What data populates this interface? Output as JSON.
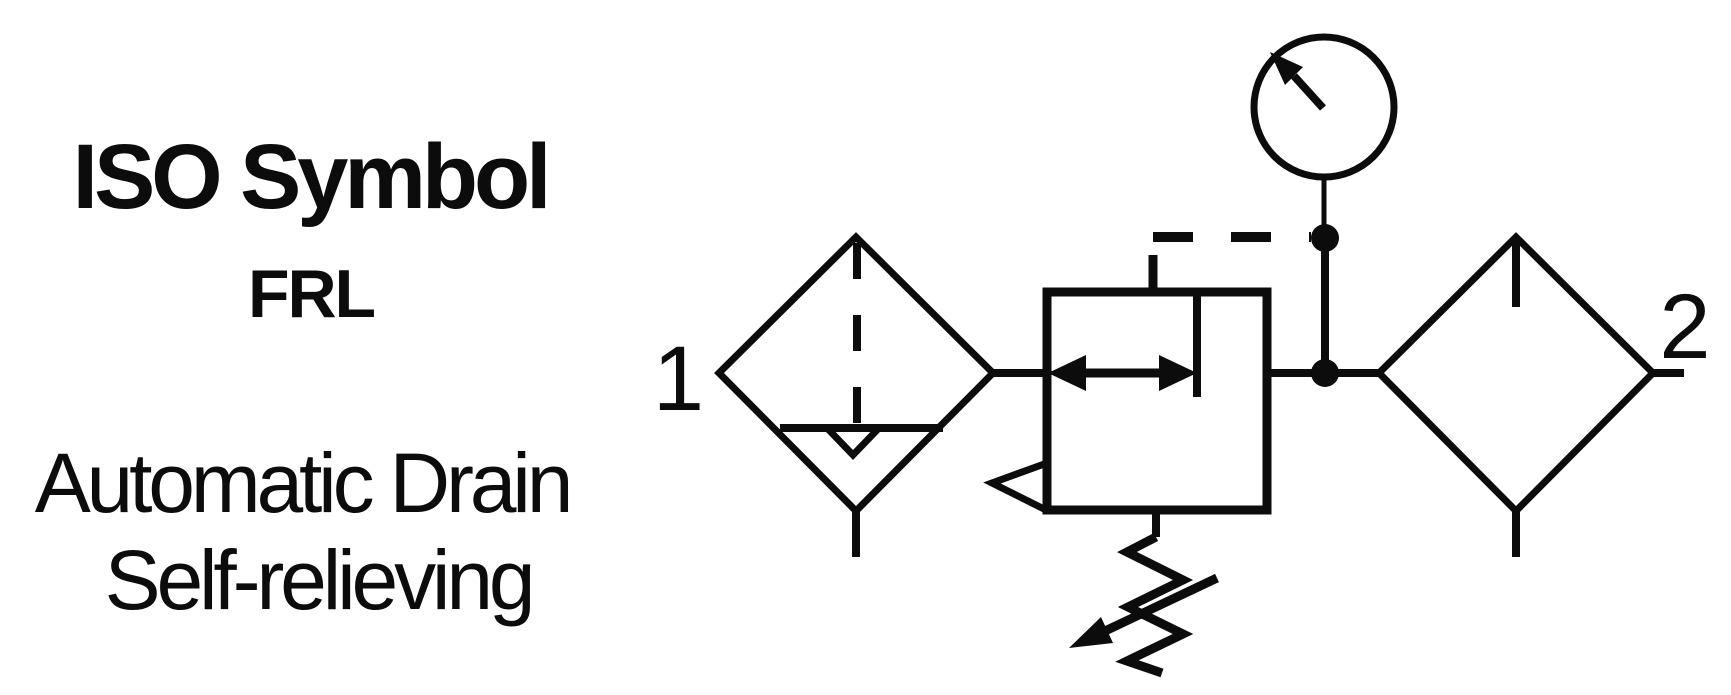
{
  "page": {
    "background": "#ffffff",
    "line_color": "#0c0c0c"
  },
  "caption": {
    "title": "ISO Symbol",
    "subtitle": "FRL",
    "note_line1": "Automatic Drain",
    "note_line2": "Self-relieving"
  },
  "ports": {
    "inlet_label": "1",
    "outlet_label": "2"
  },
  "components": {
    "filter": "filter-with-automatic-drain",
    "regulator": "self-relieving-pressure-regulator",
    "gauge": "pressure-gauge",
    "lubricator": "lubricator"
  }
}
